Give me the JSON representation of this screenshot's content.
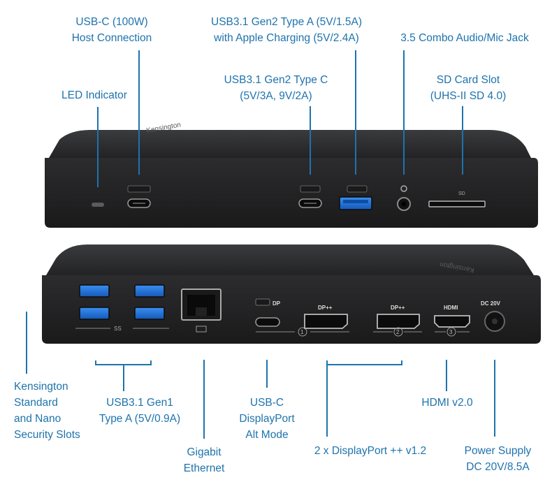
{
  "colors": {
    "accent": "#1e73ad",
    "device": "#2b2b2d",
    "port_blue": "#1f6fd0"
  },
  "brand": "Kensington",
  "front_labels": {
    "usbc_host": [
      "USB-C (100W)",
      "Host Connection"
    ],
    "usb_a_charging": [
      "USB3.1 Gen2 Type A (5V/1.5A)",
      "with Apple Charging (5V/2.4A)"
    ],
    "audio_jack": [
      "3.5 Combo Audio/Mic Jack"
    ],
    "led": [
      "LED Indicator"
    ],
    "usbc_gen2": [
      "USB3.1 Gen2 Type C",
      "(5V/3A, 9V/2A)"
    ],
    "sd_slot": [
      "SD Card Slot",
      "(UHS-II SD 4.0)"
    ]
  },
  "rear_labels": {
    "security": [
      "Kensington",
      "Standard",
      "and Nano",
      "Security Slots"
    ],
    "usb_gen1": [
      "USB3.1 Gen1",
      "Type A (5V/0.9A)"
    ],
    "ethernet": [
      "Gigabit",
      "Ethernet"
    ],
    "usbc_dp": [
      "USB-C",
      "DisplayPort",
      "Alt Mode"
    ],
    "displayport": [
      "2 x DisplayPort ++ v1.2"
    ],
    "hdmi": [
      "HDMI v2.0"
    ],
    "power": [
      "Power Supply",
      "DC 20V/8.5A"
    ]
  },
  "port_markings": {
    "sd": "SD",
    "dp": "DP",
    "dp_pp_1": "DP++",
    "dp_pp_2": "DP++",
    "hdmi": "HDMI",
    "dc": "DC  20V",
    "n1": "1",
    "n2": "2",
    "n3": "3",
    "ss": "SS"
  }
}
